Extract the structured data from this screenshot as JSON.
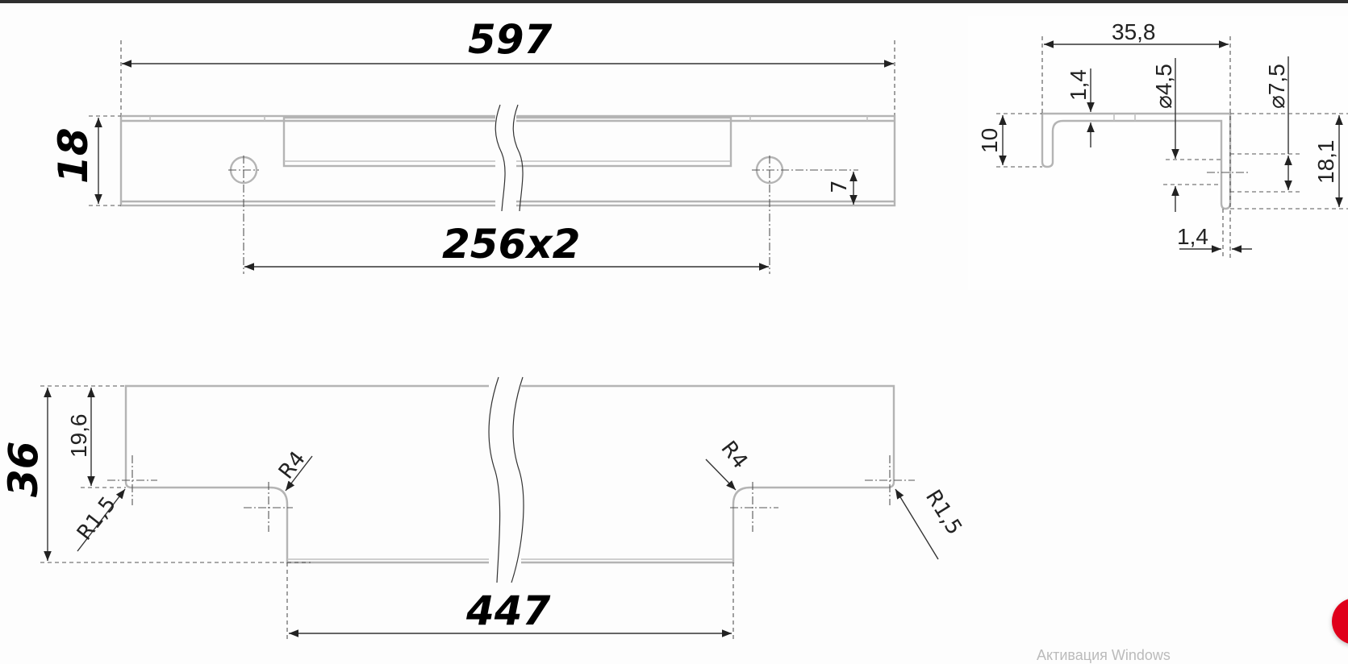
{
  "diagram": {
    "type": "technical-drawing",
    "subject": "furniture edge handle profile",
    "views": {
      "top_view": {
        "overall_length": "597",
        "height": "18",
        "hole_spacing": "256x2",
        "hole_offset_from_bottom": "7"
      },
      "front_view": {
        "width": "36",
        "top_depth": "19,6",
        "inner_length": "447",
        "radius_outer_left": "R1,5",
        "radius_inner_left": "R4",
        "radius_inner_right": "R4",
        "radius_outer_right": "R1,5"
      },
      "section_view": {
        "width": "35,8",
        "flange_thickness": "1,4",
        "hole_diameter": "⌀4,5",
        "counterbore_diameter": "⌀7,5",
        "lip_height": "10",
        "total_height": "18,1",
        "wall_thickness": "1,4"
      }
    },
    "colors": {
      "part_outline": "#b4b4b4",
      "dimension_line": "#333333",
      "label_text": "#000000",
      "accent_button": "#e0001b"
    }
  },
  "overlay": {
    "watermark_text": "Активация Windows"
  }
}
